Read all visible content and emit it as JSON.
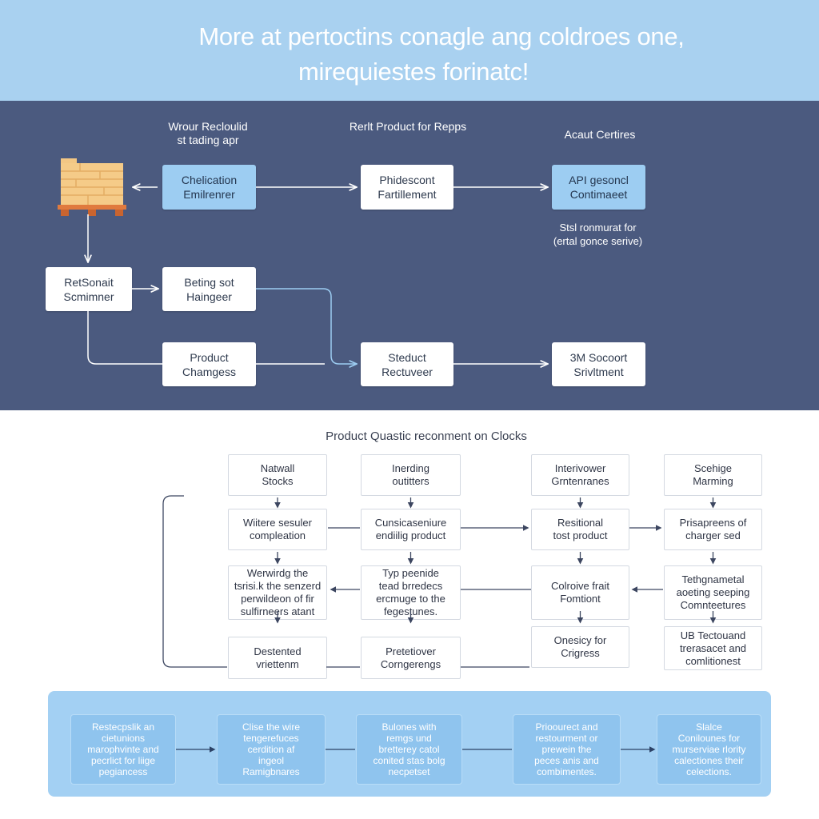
{
  "banner": {
    "line1": "More at pertoctins conagle ang coldroes one,",
    "line2": "mirequiestes forinatc!"
  },
  "top": {
    "labels": {
      "left": [
        "Wrour Recloulid",
        "st tading apr"
      ],
      "center": "Rerlt Product for Repps",
      "right": "Acaut Certires",
      "note": [
        "Stsl ronmurat for",
        "(ertal gonce serive)"
      ]
    },
    "boxes": {
      "cheli": [
        "Chelication",
        "Emilrenrer"
      ],
      "phides": [
        "Phidescont",
        "Fartillement"
      ],
      "api": [
        "API gesoncl",
        "Contimaeet"
      ],
      "recson": [
        "RetSonait",
        "Scmimner"
      ],
      "beting": [
        "Beting sot",
        "Haingeer"
      ],
      "product": [
        "Product",
        "Chamgess"
      ],
      "steduct": [
        "Steduct",
        "Rectuveer"
      ],
      "sm": [
        "3M Socoort",
        "Srivltment"
      ]
    },
    "icon": "pallet-boxes-icon"
  },
  "middle": {
    "title": "Product Quastic reconment on Clocks",
    "columns": [
      [
        [
          "Natwall",
          "Stocks"
        ],
        [
          "Wiitere sesuler",
          "compleation"
        ],
        [
          "Werwirdg the",
          "tsrisi.k the senzerd",
          "perwildeon of fir",
          "sulfirneers atant"
        ],
        [
          "Destented",
          "vriettenm"
        ]
      ],
      [
        [
          "Inerding",
          "outitters"
        ],
        [
          "Cunsicaseniure",
          "endiilig product"
        ],
        [
          "Typ peenide",
          "tead brredecs",
          "ercmuge to the",
          "fegestunes."
        ],
        [
          "Pretetiover",
          "Corngerengs"
        ]
      ],
      [
        [
          "Interivower",
          "Grntenranes"
        ],
        [
          "Resitional",
          "tost product"
        ],
        [
          "Colroive frait",
          "Fomtiont"
        ],
        [
          "Onesicy for",
          "Crigress"
        ]
      ],
      [
        [
          "Scehige",
          "Marming"
        ],
        [
          "Prisapreens of",
          "charger sed"
        ],
        [
          "Tethgnametal",
          "aoeting seeping",
          "Comnteetures"
        ],
        [
          "UB Tectouand",
          "trerasacet and",
          "comlitionest"
        ]
      ]
    ]
  },
  "bottom": {
    "boxes": [
      [
        "Restecpslik an",
        "cietunions",
        "marophvinte and",
        "pecrlict for liige",
        "pegiancess"
      ],
      [
        "Clise the wire",
        "tengerefuces",
        "cerdition af",
        "ingeol",
        "Ramigbnares"
      ],
      [
        "Bulones with",
        "remgs und",
        "bretterey catol",
        "conited stas bolg",
        "necpetset"
      ],
      [
        "Prioourect and",
        "restourment or",
        "prewein the",
        "peces anis and",
        "combimentes."
      ],
      [
        "Slalce",
        "Conilounes for",
        "murserviae rlority",
        "calectiones their",
        "celections."
      ]
    ]
  }
}
